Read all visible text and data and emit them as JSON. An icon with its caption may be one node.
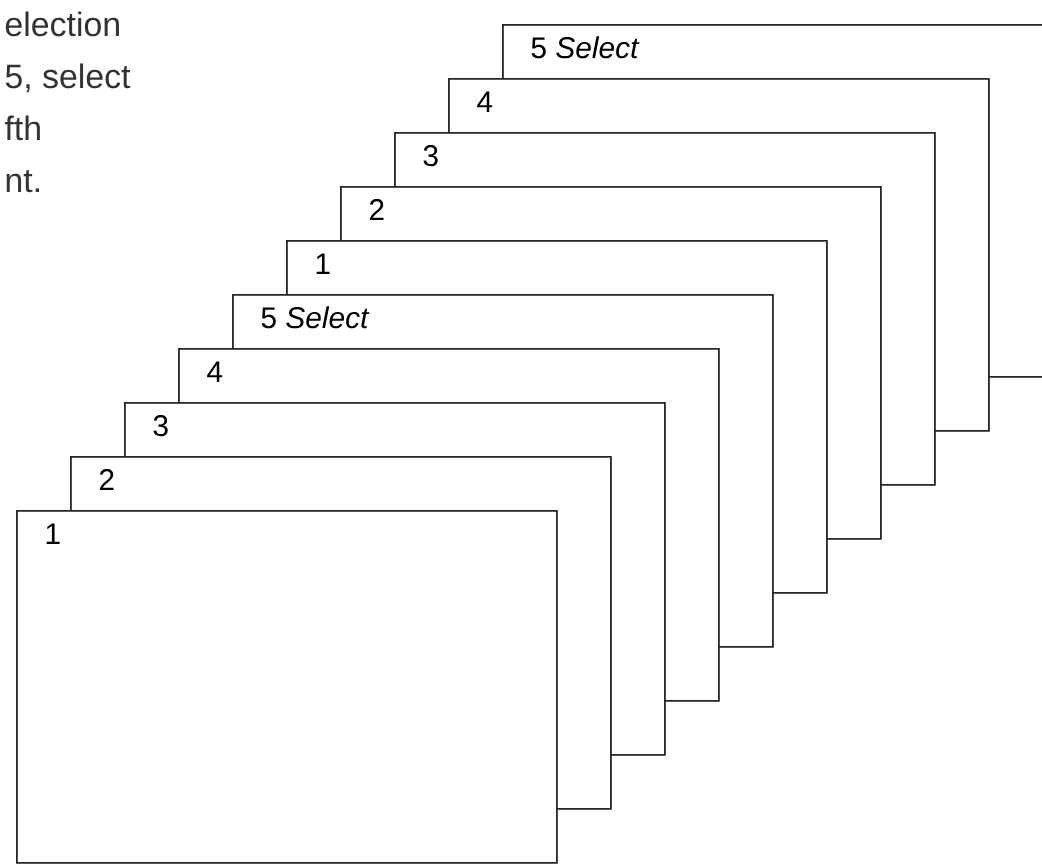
{
  "diagram": {
    "nodes": [
      {
        "text": [
          "5 *Select*"
        ]
      },
      {
        "text": [
          "4"
        ]
      },
      {
        "text": [
          "3"
        ]
      },
      {
        "text": [
          "2"
        ]
      },
      {
        "text": [
          "1"
        ]
      },
      {
        "text": [
          "5 *Select*"
        ]
      },
      {
        "text": [
          "4"
        ]
      },
      {
        "text": [
          "3"
        ]
      },
      {
        "text": [
          "2"
        ]
      },
      {
        "text": [
          "1"
        ]
      }
    ],
    "labels": [
      "election",
      "5, select",
      "fth",
      "nt."
    ]
  }
}
